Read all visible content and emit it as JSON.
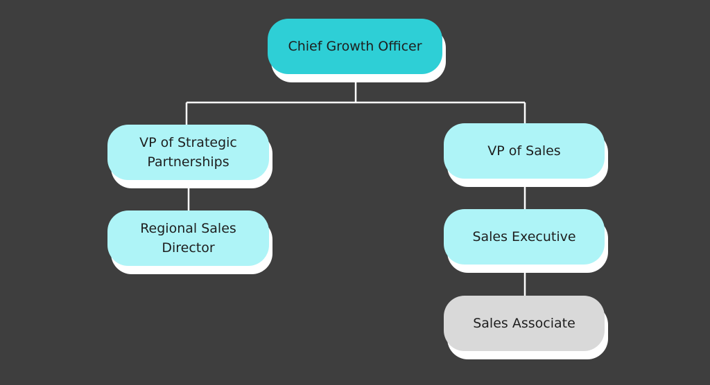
{
  "colors": {
    "background": "#3e3e3e",
    "root_fill": "#2ecfd6",
    "manager_fill": "#aef4f7",
    "associate_fill": "#d9d9d9",
    "shadow": "#ffffff",
    "connector": "#ffffff",
    "text": "#1e1e1e"
  },
  "nodes": {
    "chief_growth_officer": "Chief Growth Officer",
    "vp_strategic_partnerships": "VP of Strategic Partnerships",
    "regional_sales_director": "Regional Sales Director",
    "vp_of_sales": "VP of Sales",
    "sales_executive": "Sales Executive",
    "sales_associate": "Sales Associate"
  }
}
